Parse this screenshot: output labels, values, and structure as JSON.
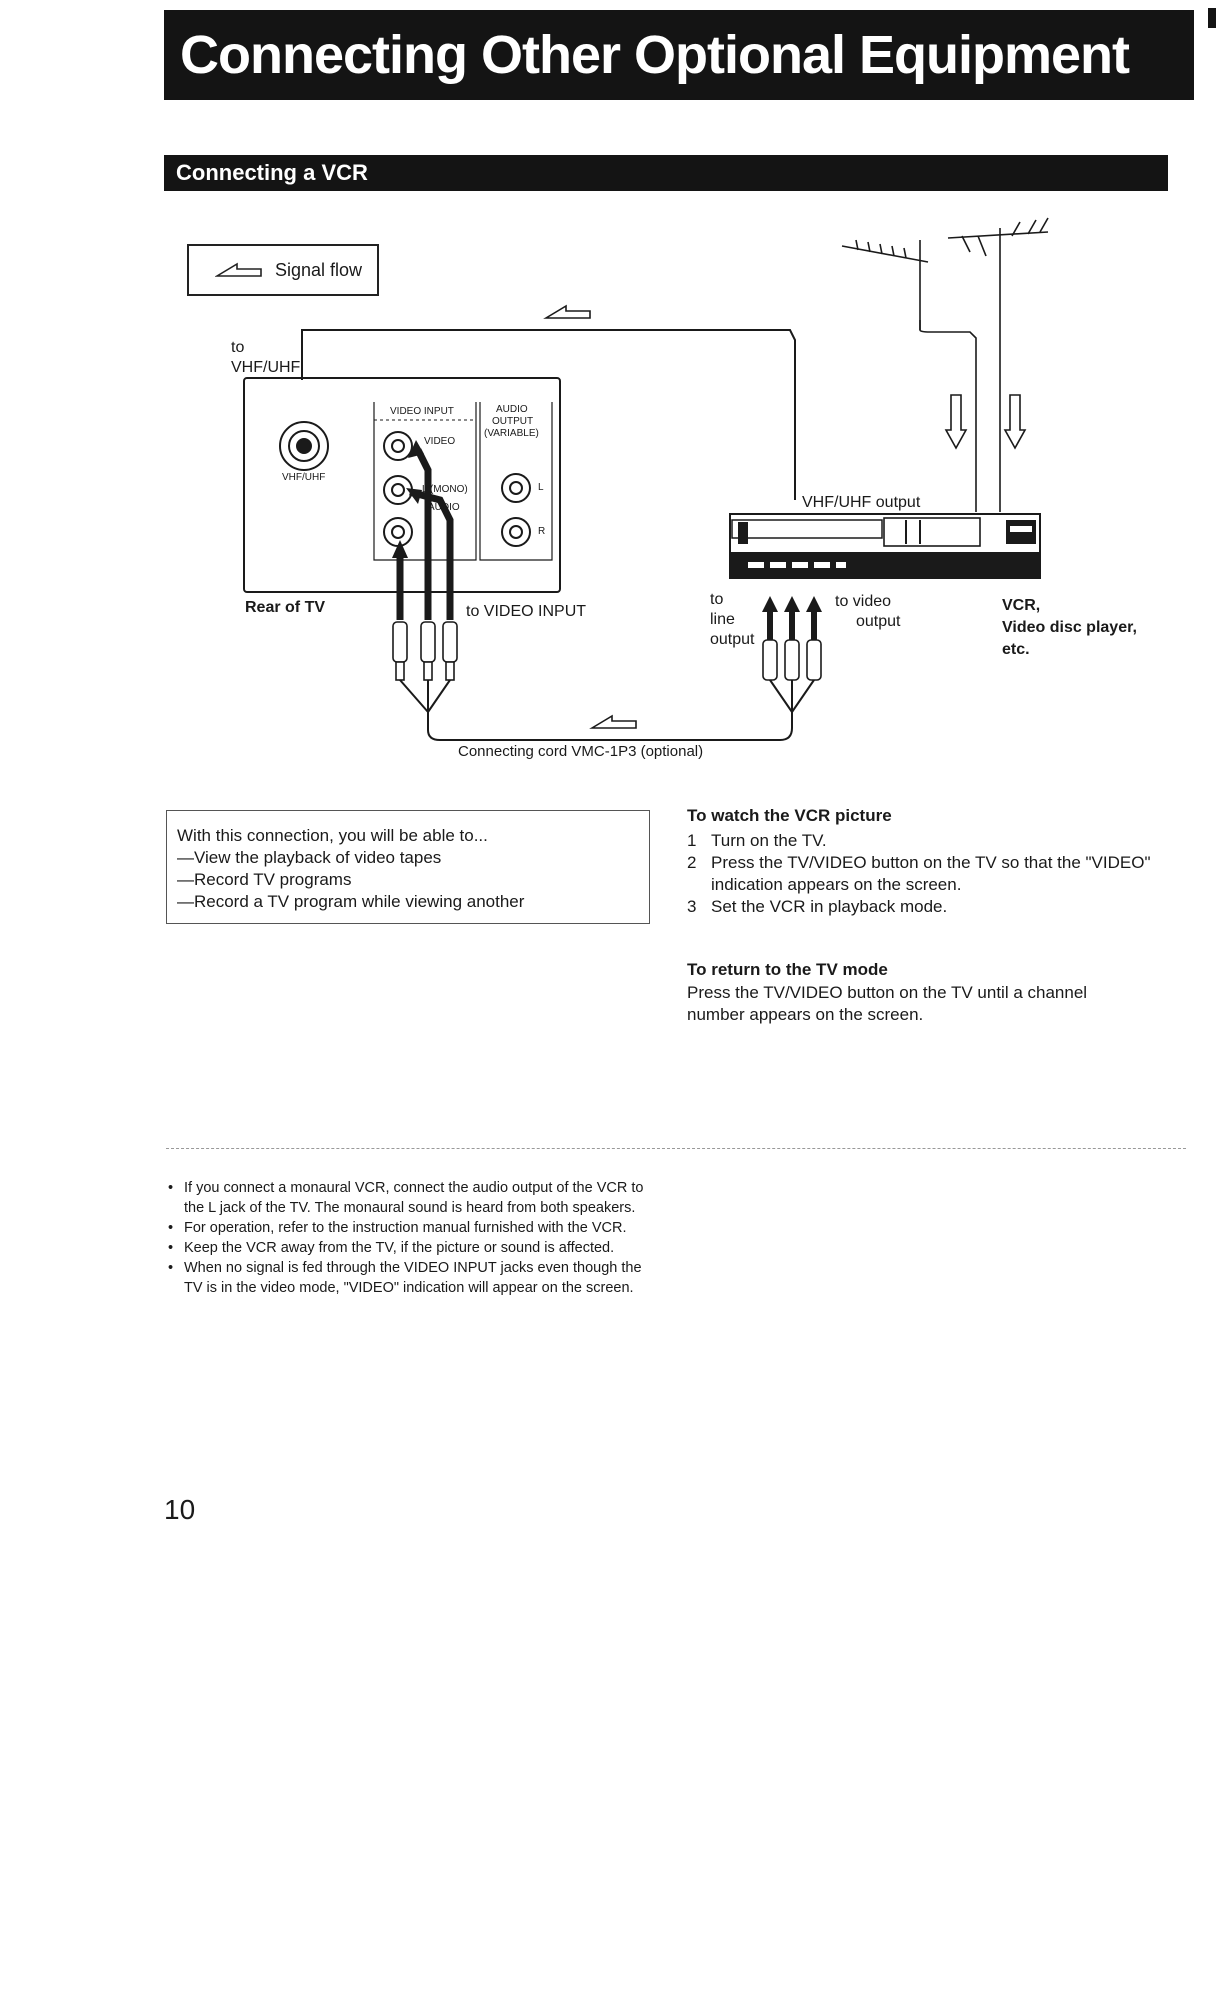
{
  "page": {
    "title": "Connecting Other Optional Equipment",
    "section": "Connecting a VCR",
    "page_number": "10"
  },
  "diagram": {
    "legend": "Signal flow",
    "to_vhf_uhf_line1": "to",
    "to_vhf_uhf_line2": "VHF/UHF",
    "tv_jack_vhf_uhf": "VHF/UHF",
    "video_input_header": "VIDEO INPUT",
    "video_label": "VIDEO",
    "audio_mono_label": "L (MONO)",
    "audio_label": "AUDIO",
    "audio_output_line1": "AUDIO",
    "audio_output_line2": "OUTPUT",
    "audio_output_line3": "(VARIABLE)",
    "jack_l": "L",
    "jack_r": "R",
    "rear_of_tv": "Rear of TV",
    "to_video_input": "to VIDEO INPUT",
    "vhf_uhf_output": "VHF/UHF output",
    "to_line_output_1": "to",
    "to_line_output_2": "line",
    "to_line_output_3": "output",
    "to_video_output_1": "to video",
    "to_video_output_2": "output",
    "device_line1": "VCR,",
    "device_line2": "Video disc player,",
    "device_line3": "etc.",
    "cord_caption": "Connecting cord VMC-1P3 (optional)"
  },
  "connection_box": {
    "intro": "With this connection, you will be able to...",
    "items": [
      "—View the playback of video tapes",
      "—Record TV programs",
      "—Record a TV program while viewing another"
    ]
  },
  "watch_vcr": {
    "heading": "To watch the VCR picture",
    "steps": [
      {
        "n": "1",
        "text": "Turn on the TV."
      },
      {
        "n": "2",
        "text": "Press the TV/VIDEO button on the TV so that the \"VIDEO\" indication appears on the screen."
      },
      {
        "n": "3",
        "text": "Set the VCR in playback mode."
      }
    ]
  },
  "return_tv": {
    "heading": "To return to the TV mode",
    "text": "Press the TV/VIDEO button on the TV until a channel number appears on the screen."
  },
  "notes": [
    "If you connect a monaural VCR, connect the audio output of the VCR to the L jack of the TV. The monaural sound is heard from both speakers.",
    "For operation, refer to the instruction manual furnished with the VCR.",
    "Keep the VCR away from the TV, if the picture or sound is affected.",
    "When no signal is fed through the VIDEO INPUT jacks even though the TV is in the video mode, \"VIDEO\" indication will appear on the screen."
  ]
}
